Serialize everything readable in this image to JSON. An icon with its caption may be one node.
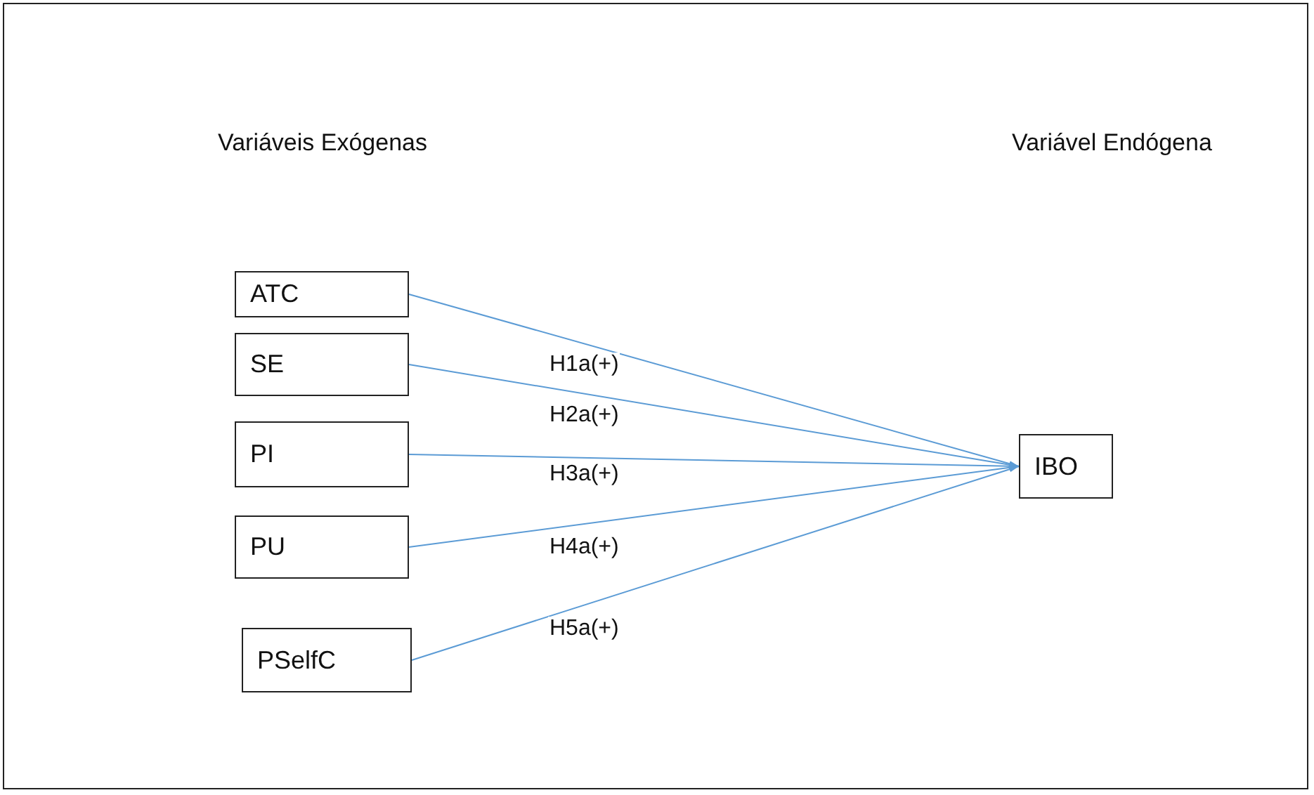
{
  "diagram": {
    "nodes": [
      {
        "text": [
          "ATC"
        ]
      },
      {
        "text": [
          "SE"
        ]
      },
      {
        "text": [
          "PI"
        ]
      },
      {
        "text": [
          "PU"
        ]
      },
      {
        "text": [
          "PSelfC"
        ]
      },
      {
        "text": [
          "IBO"
        ]
      }
    ],
    "edges": [
      {
        "from": 0,
        "to": 5,
        "arrow": "to",
        "label": "H1a(+)"
      },
      {
        "from": 1,
        "to": 5,
        "arrow": "to",
        "label": "H2a(+)"
      },
      {
        "from": 2,
        "to": 5,
        "arrow": "to",
        "label": "H3a(+)"
      },
      {
        "from": 3,
        "to": 5,
        "arrow": "to",
        "label": "H4a(+)"
      },
      {
        "from": 4,
        "to": 5,
        "arrow": "to",
        "label": "H5a(+)"
      }
    ],
    "labels": [
      "Variáveis Exógenas",
      "Variável Endógena"
    ]
  }
}
